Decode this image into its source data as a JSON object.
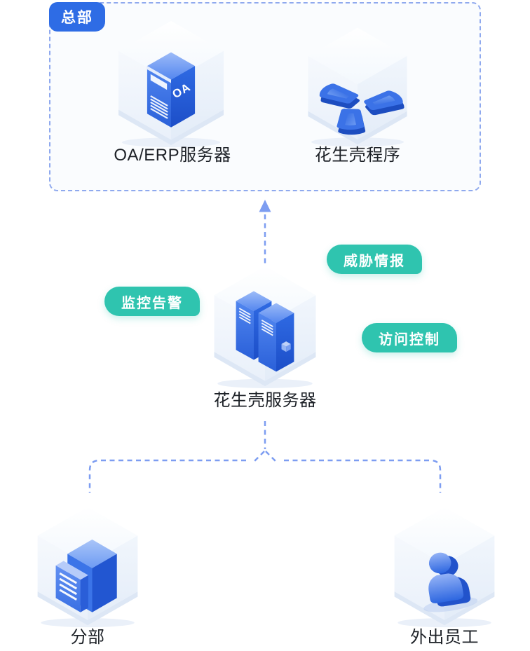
{
  "diagram": {
    "headquarters": {
      "badge": "总部",
      "nodes": [
        {
          "label": "OA/ERP服务器",
          "icon": "server-tower-oa-icon"
        },
        {
          "label": "花生壳程序",
          "icon": "peanut-shell-icon"
        }
      ]
    },
    "center": {
      "label": "花生壳服务器",
      "icon": "dual-server-icon",
      "badges": [
        {
          "label": "监控告警"
        },
        {
          "label": "威胁情报"
        },
        {
          "label": "访问控制"
        }
      ]
    },
    "bottom_nodes": [
      {
        "label": "分部",
        "icon": "office-building-icon"
      },
      {
        "label": "外出员工",
        "icon": "person-icon"
      }
    ],
    "connectors": {
      "uplink": "dashed-arrow-up",
      "branch_split": "dashed-branch-fork"
    },
    "colors": {
      "primary_blue": "#2E6CE5",
      "badge_teal": "#2FC4AF",
      "connector_blue": "#7D9DF1",
      "label_text": "#1D2127"
    }
  }
}
